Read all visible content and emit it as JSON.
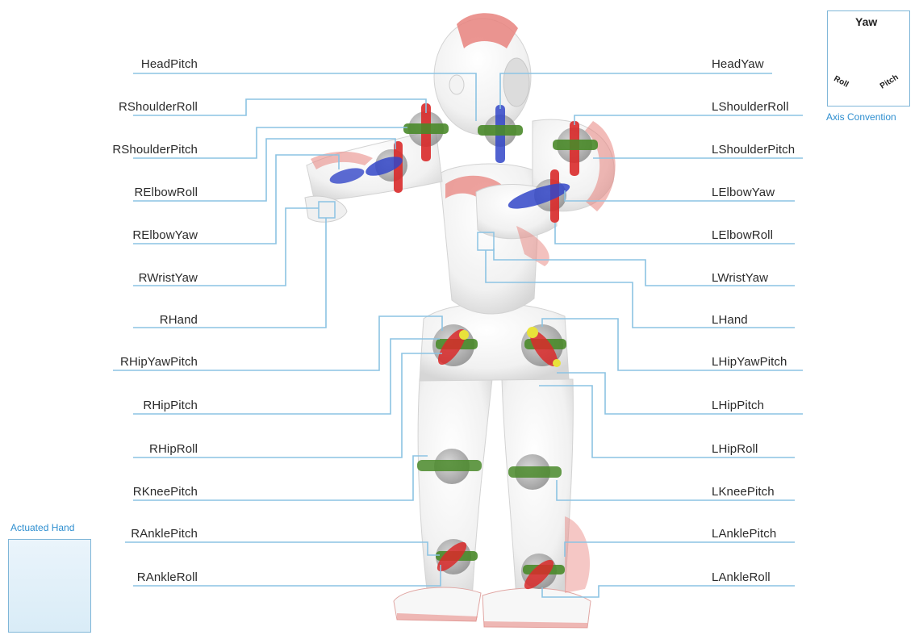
{
  "right_labels": [
    {
      "key": "head_pitch",
      "text": "HeadPitch"
    },
    {
      "key": "r_shoulder_roll",
      "text": "RShoulderRoll"
    },
    {
      "key": "r_shoulder_pitch",
      "text": "RShoulderPitch"
    },
    {
      "key": "r_elbow_roll",
      "text": "RElbowRoll"
    },
    {
      "key": "r_elbow_yaw",
      "text": "RElbowYaw"
    },
    {
      "key": "r_wrist_yaw",
      "text": "RWristYaw"
    },
    {
      "key": "r_hand",
      "text": "RHand"
    },
    {
      "key": "r_hip_yaw_pitch",
      "text": "RHipYawPitch"
    },
    {
      "key": "r_hip_pitch",
      "text": "RHipPitch"
    },
    {
      "key": "r_hip_roll",
      "text": "RHipRoll"
    },
    {
      "key": "r_knee_pitch",
      "text": "RKneePitch"
    },
    {
      "key": "r_ankle_pitch",
      "text": "RAnklePitch"
    },
    {
      "key": "r_ankle_roll",
      "text": "RAnkleRoll"
    }
  ],
  "left_labels": [
    {
      "key": "head_yaw",
      "text": "HeadYaw"
    },
    {
      "key": "l_shoulder_roll",
      "text": "LShoulderRoll"
    },
    {
      "key": "l_shoulder_pitch",
      "text": "LShoulderPitch"
    },
    {
      "key": "l_elbow_yaw",
      "text": "LElbowYaw"
    },
    {
      "key": "l_elbow_roll",
      "text": "LElbowRoll"
    },
    {
      "key": "l_wrist_yaw",
      "text": "LWristYaw"
    },
    {
      "key": "l_hand",
      "text": "LHand"
    },
    {
      "key": "l_hip_yaw_pitch",
      "text": "LHipYawPitch"
    },
    {
      "key": "l_hip_pitch",
      "text": "LHipPitch"
    },
    {
      "key": "l_hip_roll",
      "text": "LHipRoll"
    },
    {
      "key": "l_knee_pitch",
      "text": "LKneePitch"
    },
    {
      "key": "l_ankle_pitch",
      "text": "LAnklePitch"
    },
    {
      "key": "l_ankle_roll",
      "text": "LAnkleRoll"
    }
  ],
  "axis_convention": {
    "caption": "Axis Convention",
    "yaw": "Yaw",
    "roll": "Roll",
    "pitch": "Pitch"
  },
  "actuated_hand": {
    "title": "Actuated Hand"
  },
  "colors": {
    "leader_line": "#8cc3e3",
    "caption_blue": "#2f8fd0",
    "robot_accent": "#e8837e",
    "axis_roll": "#d92a2a",
    "axis_pitch": "#4a8a2a",
    "axis_yaw": "#3346c8"
  }
}
